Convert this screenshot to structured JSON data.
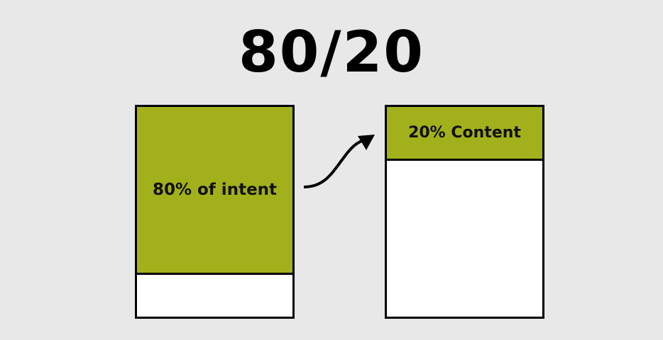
{
  "title": "80/20",
  "left_box": {
    "label": "80% of intent",
    "fill_percent": 80
  },
  "right_box": {
    "label": "20% Content",
    "fill_percent": 20
  },
  "colors": {
    "fill": "#a2b11b",
    "background": "#e8e8e8",
    "border": "#000000"
  },
  "arrow": {
    "icon": "curved-arrow-icon",
    "from": "left_box",
    "to": "right_box"
  }
}
